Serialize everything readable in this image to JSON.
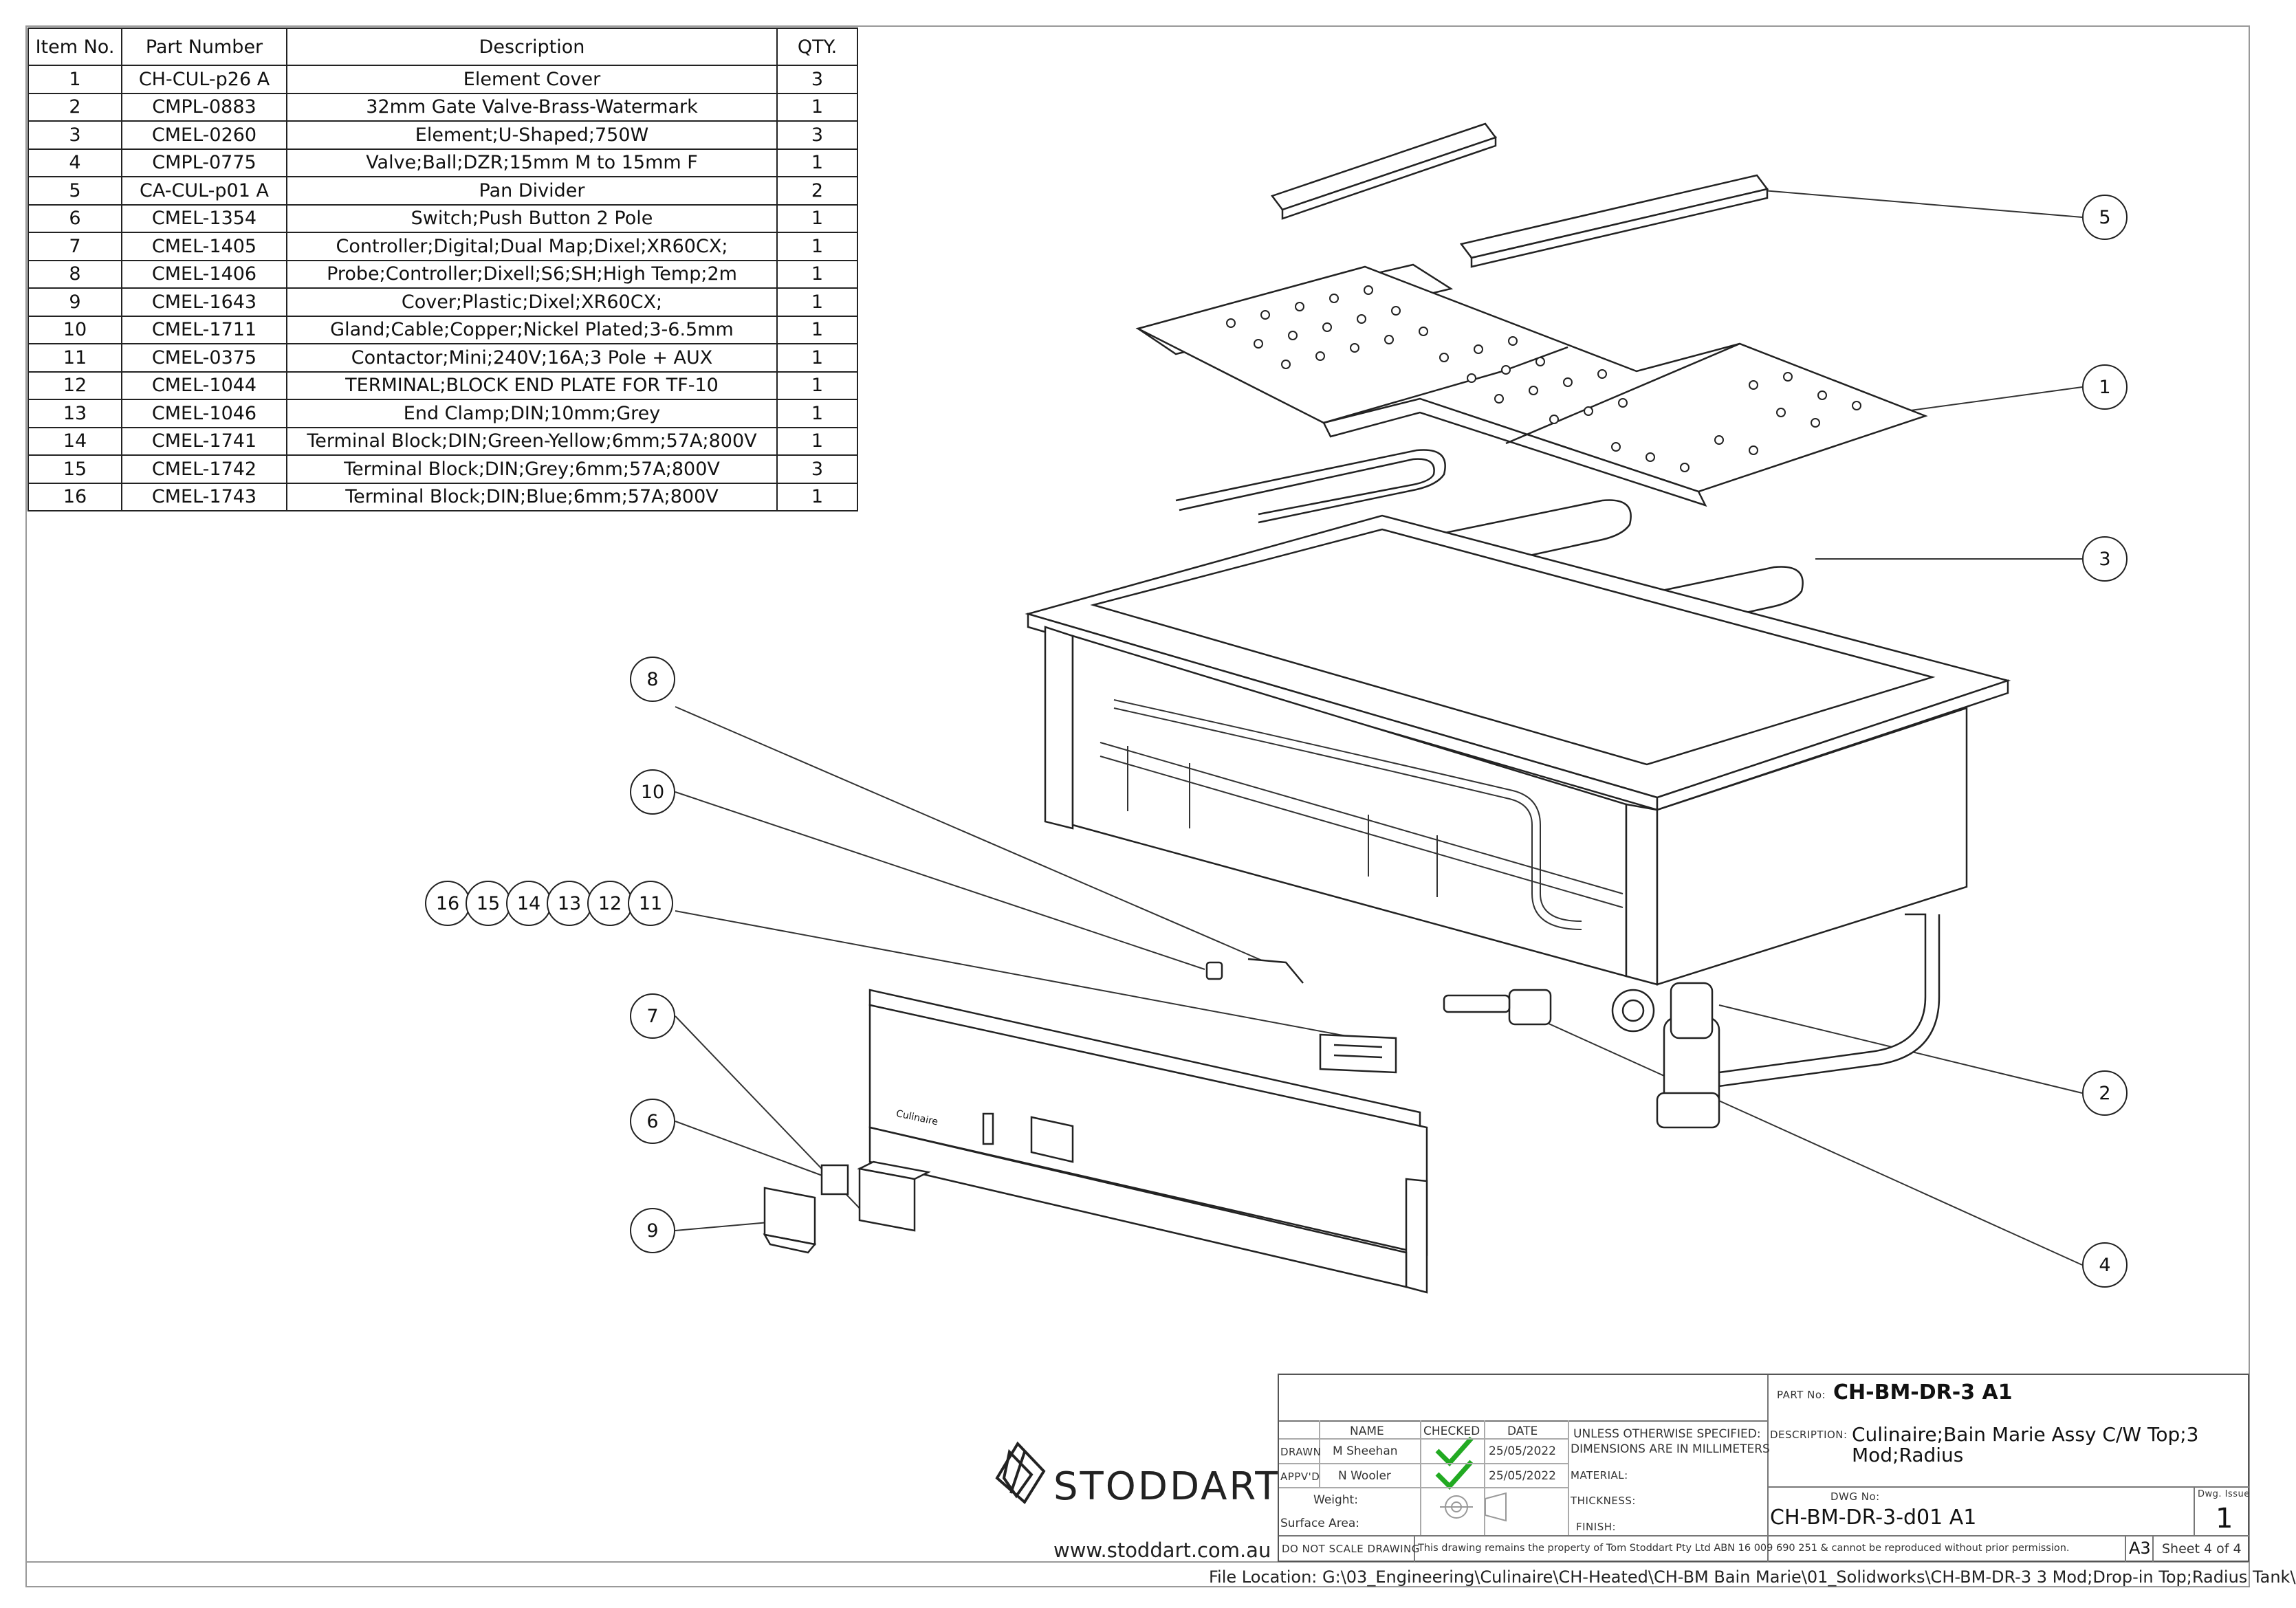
{
  "bom": {
    "headers": [
      "Item No.",
      "Part Number",
      "Description",
      "QTY."
    ],
    "rows": [
      [
        "1",
        "CH-CUL-p26 A",
        "Element Cover",
        "3"
      ],
      [
        "2",
        "CMPL-0883",
        "32mm Gate Valve-Brass-Watermark",
        "1"
      ],
      [
        "3",
        "CMEL-0260",
        "Element;U-Shaped;750W",
        "3"
      ],
      [
        "4",
        "CMPL-0775",
        "Valve;Ball;DZR;15mm M to 15mm F",
        "1"
      ],
      [
        "5",
        "CA-CUL-p01 A",
        "Pan Divider",
        "2"
      ],
      [
        "6",
        "CMEL-1354",
        "Switch;Push Button 2 Pole",
        "1"
      ],
      [
        "7",
        "CMEL-1405",
        "Controller;Digital;Dual Map;Dixel;XR60CX;",
        "1"
      ],
      [
        "8",
        "CMEL-1406",
        "Probe;Controller;Dixell;S6;SH;High Temp;2m",
        "1"
      ],
      [
        "9",
        "CMEL-1643",
        "Cover;Plastic;Dixel;XR60CX;",
        "1"
      ],
      [
        "10",
        "CMEL-1711",
        "Gland;Cable;Copper;Nickel Plated;3-6.5mm",
        "1"
      ],
      [
        "11",
        "CMEL-0375",
        "Contactor;Mini;240V;16A;3 Pole + AUX",
        "1"
      ],
      [
        "12",
        "CMEL-1044",
        "TERMINAL;BLOCK END PLATE FOR TF-10",
        "1"
      ],
      [
        "13",
        "CMEL-1046",
        "End Clamp;DIN;10mm;Grey",
        "1"
      ],
      [
        "14",
        "CMEL-1741",
        "Terminal Block;DIN;Green-Yellow;6mm;57A;800V",
        "1"
      ],
      [
        "15",
        "CMEL-1742",
        "Terminal Block;DIN;Grey;6mm;57A;800V",
        "3"
      ],
      [
        "16",
        "CMEL-1743",
        "Terminal Block;DIN;Blue;6mm;57A;800V",
        "1"
      ]
    ]
  },
  "balloons": {
    "b1": "1",
    "b2": "2",
    "b3": "3",
    "b4": "4",
    "b5": "5",
    "b6": "6",
    "b7": "7",
    "b8": "8",
    "b9": "9",
    "b10": "10",
    "b11": "11",
    "b12": "12",
    "b13": "13",
    "b14": "14",
    "b15": "15",
    "b16": "16"
  },
  "panel_brand": "Culinaire",
  "title_block": {
    "part_no_label": "PART No:",
    "part_no": "CH-BM-DR-3 A1",
    "description_label": "DESCRIPTION:",
    "description_line1": "Culinaire;Bain Marie Assy C/W Top;3",
    "description_line2": "Mod;Radius",
    "col_name": "NAME",
    "col_checked": "CHECKED",
    "col_date": "DATE",
    "drawn_label": "DRAWN",
    "drawn_name": "M Sheehan",
    "drawn_date": "25/05/2022",
    "appvd_label": "APPV'D",
    "appvd_name": "N Wooler",
    "appvd_date": "25/05/2022",
    "unless_line1": "UNLESS OTHERWISE SPECIFIED:",
    "unless_line2": "DIMENSIONS ARE IN MILLIMETERS",
    "material_label": "MATERIAL:",
    "thickness_label": "THICKNESS:",
    "finish_label": "FINISH:",
    "weight_label": "Weight:",
    "surface_label": "Surface Area:",
    "dwg_no_label": "DWG No:",
    "dwg_no": "CH-BM-DR-3-d01 A1",
    "dwg_issue_label": "Dwg. Issue",
    "dwg_issue": "1",
    "do_not_scale": "DO NOT SCALE DRAWING",
    "copyright": "This drawing remains the property of Tom Stoddart Pty Ltd ABN 16 009 690 251 & cannot be reproduced without prior permission.",
    "size": "A3",
    "sheet": "Sheet 4 of 4"
  },
  "company": {
    "name": "STODDART",
    "website": "www.stoddart.com.au"
  },
  "file_location": "File Location: G:\\03_Engineering\\Culinaire\\CH-Heated\\CH-BM Bain Marie\\01_Solidworks\\CH-BM-DR-3 3 Mod;Drop-in Top;Radius Tank\\",
  "colors": {
    "line": "#222222",
    "check": "#22aa22"
  }
}
